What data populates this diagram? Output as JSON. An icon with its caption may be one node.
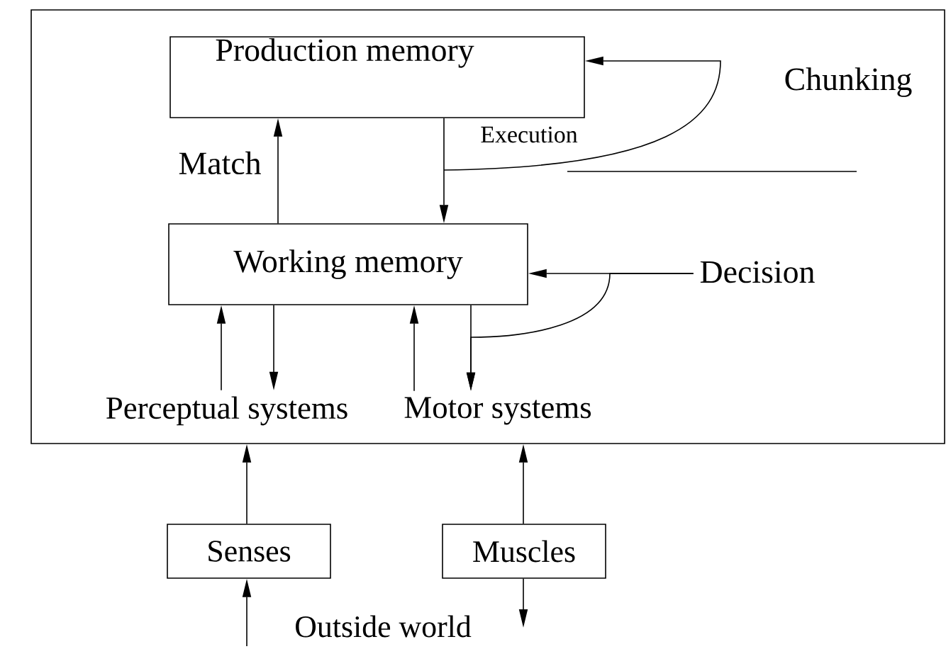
{
  "diagram": {
    "nodes": [
      {
        "text": [],
        "shape": "box"
      },
      {
        "text": [
          "Production memory"
        ],
        "in": 0
      },
      {
        "text": [
          "Working memory"
        ],
        "in": 0
      },
      {
        "text": [
          "Perceptual systems"
        ],
        "in": 0
      },
      {
        "text": [
          "Motor systems"
        ],
        "in": 0
      },
      {
        "text": [
          "Decision"
        ],
        "in": 0
      },
      {
        "text": [
          "Senses"
        ]
      },
      {
        "text": [
          "Muscles"
        ]
      }
    ],
    "edges": [
      {
        "from": 2,
        "to": 1,
        "arrow": "to",
        "label": "Match"
      },
      {
        "from": 1,
        "to": 2,
        "arrow": "to",
        "label": "Execution"
      },
      {
        "from": null,
        "to": 1,
        "arrow": "to"
      },
      {
        "from": 5,
        "to": 2,
        "arrow": "to"
      },
      {
        "from": 5,
        "to": 4,
        "arrow": "to"
      },
      {
        "from": 3,
        "to": 2,
        "arrow": "to"
      },
      {
        "from": 2,
        "to": 3,
        "arrow": "to"
      },
      {
        "from": 4,
        "to": 2,
        "arrow": "to"
      },
      {
        "from": 2,
        "to": 4,
        "arrow": "to"
      },
      {
        "from": 6,
        "to": 0,
        "arrow": "to"
      },
      {
        "from": 7,
        "to": 0,
        "arrow": "to"
      },
      {
        "from": null,
        "to": 6,
        "arrow": "to"
      },
      {
        "from": 7,
        "to": null,
        "arrow": "to"
      }
    ],
    "labels": [
      "Chunking",
      "Outside world"
    ]
  }
}
